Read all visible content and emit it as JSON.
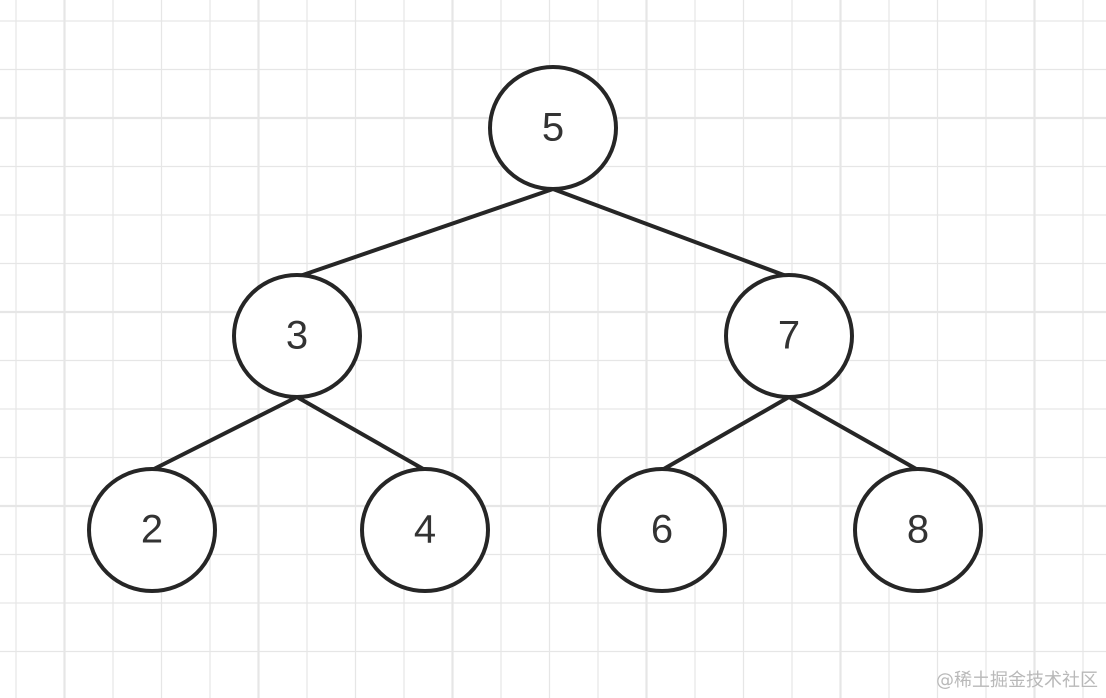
{
  "tree": {
    "nodes": [
      {
        "id": "n5",
        "label": "5"
      },
      {
        "id": "n3",
        "label": "3"
      },
      {
        "id": "n7",
        "label": "7"
      },
      {
        "id": "n2",
        "label": "2"
      },
      {
        "id": "n4",
        "label": "4"
      },
      {
        "id": "n6",
        "label": "6"
      },
      {
        "id": "n8",
        "label": "8"
      }
    ],
    "edges": [
      {
        "from": "n5",
        "to": "n3"
      },
      {
        "from": "n5",
        "to": "n7"
      },
      {
        "from": "n3",
        "to": "n2"
      },
      {
        "from": "n3",
        "to": "n4"
      },
      {
        "from": "n7",
        "to": "n6"
      },
      {
        "from": "n7",
        "to": "n8"
      }
    ]
  },
  "colors": {
    "grid": "#e6e6e6",
    "stroke": "#262626",
    "text": "#333333",
    "watermark": "#b9b9b9"
  },
  "watermark": "@稀土掘金技术社区"
}
